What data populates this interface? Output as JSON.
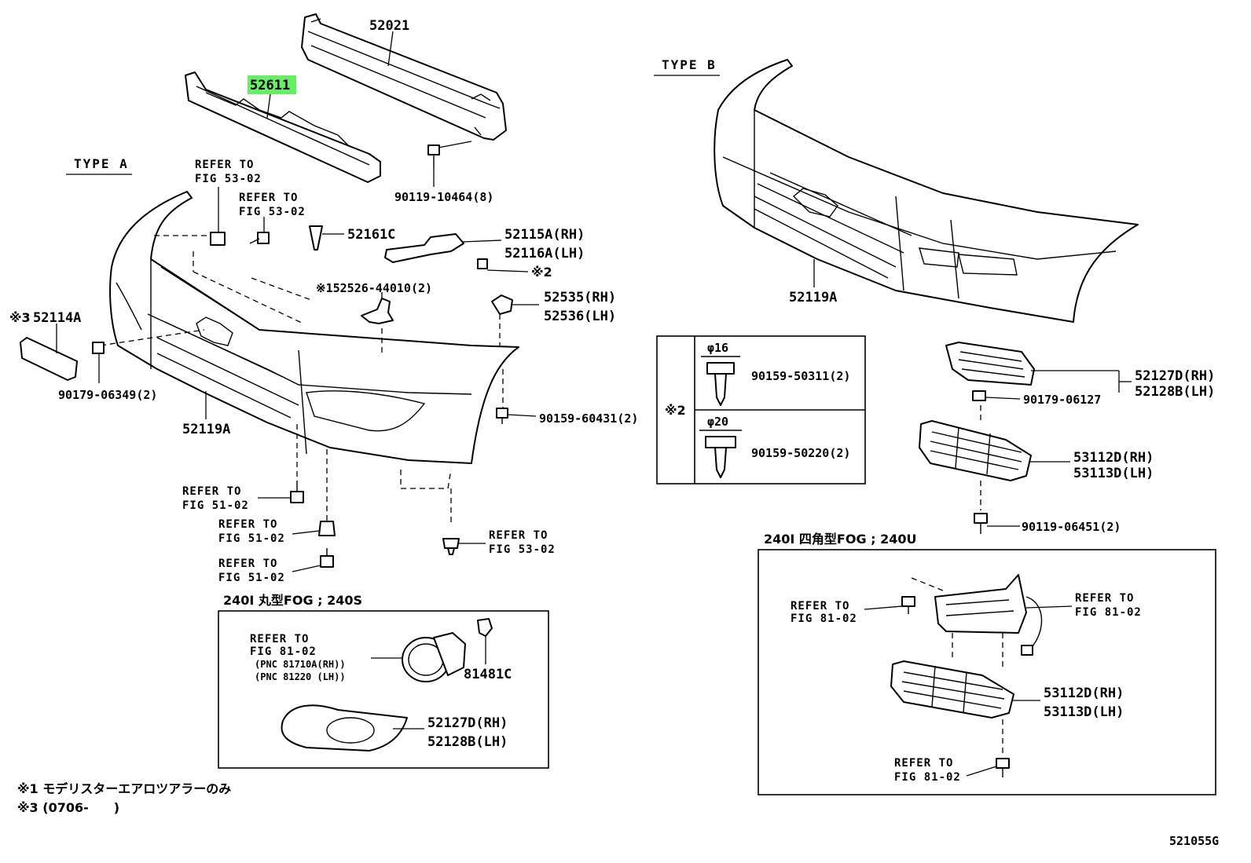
{
  "sheet": {
    "figure_number": "521055G",
    "type_a_title": "TYPE A",
    "type_b_title": "TYPE B"
  },
  "colors": {
    "highlight": "#66ee66",
    "ink": "#000000"
  },
  "parts": {
    "reinforcement": "52021",
    "absorber": "52611",
    "bolt_reinforcement": "90119-10464(8)",
    "bumper_cover_a": "52119A",
    "bumper_cover_b": "52119A",
    "clip_52161c": "52161C",
    "retainer_rh": "52115A(RH)",
    "retainer_lh": "52116A(LH)",
    "retainer_note": "※2",
    "bracket_152526": "※152526-44010(2)",
    "side_support_rh": "52535(RH)",
    "side_support_lh": "52536(LH)",
    "plate_note": "※3",
    "plate": "52114A",
    "clip_90179_06349": "90179-06349(2)",
    "screw_90159_60431": "90159-60431(2)",
    "cover_b_rh": "52127D(RH)",
    "cover_b_lh": "52128B(LH)",
    "nut_90179_06127": "90179-06127",
    "grille_b_rh": "53112D(RH)",
    "grille_b_lh": "53113D(LH)",
    "bolt_90119_06451": "90119-06451(2)"
  },
  "refs": {
    "line1": "REFER TO",
    "fig_53_02": "FIG 53-02",
    "fig_51_02": "FIG 51-02",
    "fig_81_02": "FIG 81-02"
  },
  "screw_table": {
    "mark": "※2",
    "rows": [
      {
        "dia": "φ16",
        "part": "90159-50311(2)"
      },
      {
        "dia": "φ20",
        "part": "90159-50220(2)"
      }
    ]
  },
  "round_fog_box": {
    "title": "240I 丸型FOG ; 240S",
    "pnc_rh": "(PNC 81710A(RH))",
    "pnc_lh": "(PNC 81220 (LH))",
    "socket": "81481C",
    "cover_rh": "52127D(RH)",
    "cover_lh": "52128B(LH)"
  },
  "square_fog_box": {
    "title": "240I 四角型FOG ; 240U",
    "grille_rh": "53112D(RH)",
    "grille_lh": "53113D(LH)"
  },
  "notes": {
    "note1": "※1 モデリスターエアロツアラーのみ",
    "note3": "※3 (0706-　　)"
  }
}
